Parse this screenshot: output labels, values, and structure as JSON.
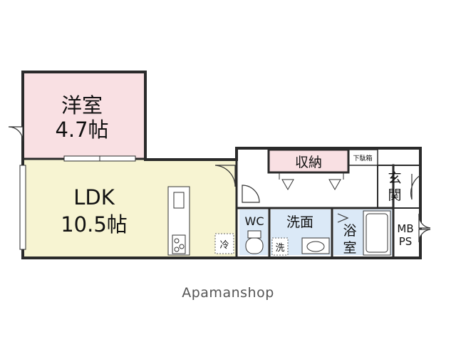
{
  "rooms": {
    "western": {
      "name": "洋室",
      "size": "4.7帖"
    },
    "ldk": {
      "name": "LDK",
      "size": "10.5帖"
    },
    "storage": {
      "name": "収納"
    },
    "shoe_cabinet": {
      "name": "下駄箱"
    },
    "entrance": {
      "name": "玄関"
    },
    "wc": {
      "name": "WC"
    },
    "washroom": {
      "name": "洗面"
    },
    "bath": {
      "name": "浴室"
    },
    "mbps": {
      "name": "MBPS"
    }
  },
  "fixtures": {
    "fridge": "冷",
    "washer": "洗"
  },
  "colors": {
    "western_fill": "#f9e0e3",
    "ldk_fill": "#f7f4d2",
    "storage_fill": "#f9e0e3",
    "wc_fill": "#dbe9f7",
    "wash_fill": "#dbe9f7",
    "bath_fill": "#dbe9f7",
    "wall": "#2a2a2a"
  },
  "watermark": "Apamanshop"
}
